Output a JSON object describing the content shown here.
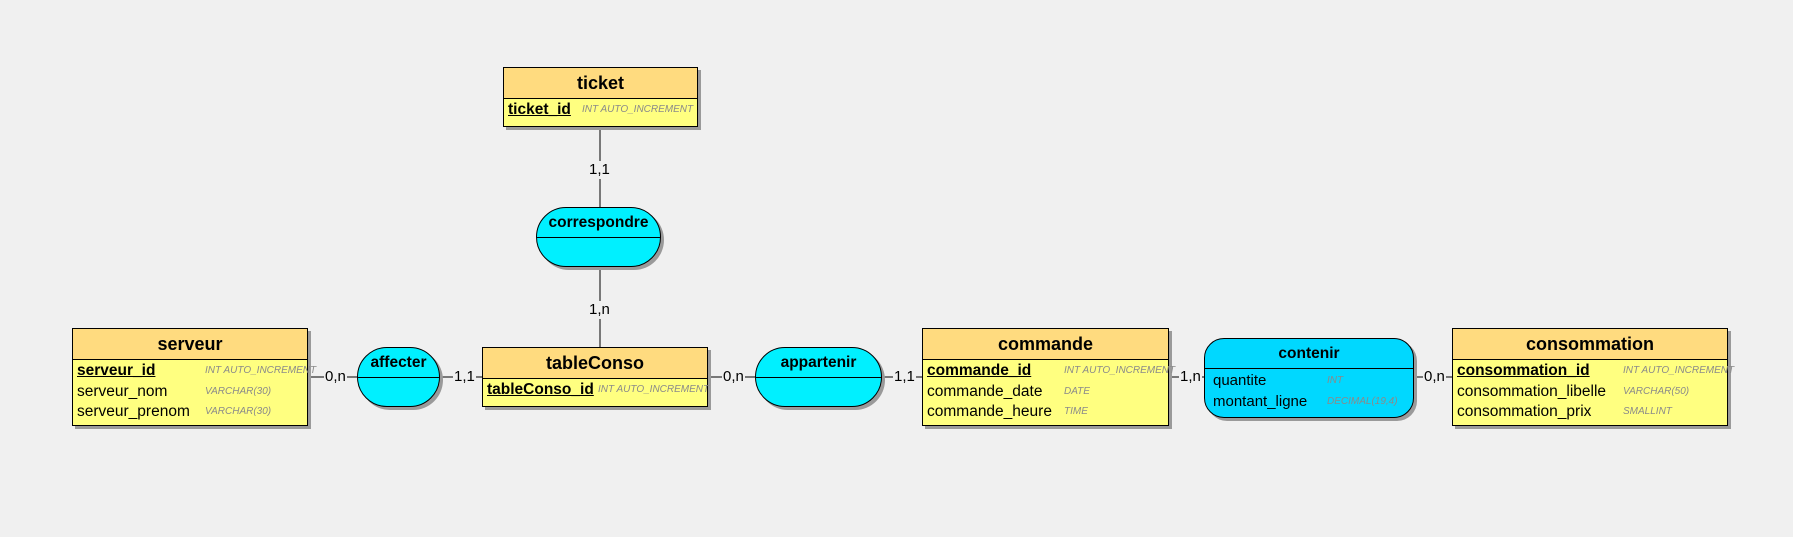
{
  "entities": {
    "ticket": {
      "name": "ticket",
      "attrs": [
        {
          "name": "ticket_id",
          "type": "INT AUTO_INCREMENT"
        }
      ]
    },
    "serveur": {
      "name": "serveur",
      "attrs": [
        {
          "name": "serveur_id",
          "type": "INT AUTO_INCREMENT"
        },
        {
          "name": "serveur_nom",
          "type": "VARCHAR(30)"
        },
        {
          "name": "serveur_prenom",
          "type": "VARCHAR(30)"
        }
      ]
    },
    "tableconso": {
      "name": "tableConso",
      "attrs": [
        {
          "name": "tableConso_id",
          "type": "INT AUTO_INCREMENT"
        }
      ]
    },
    "commande": {
      "name": "commande",
      "attrs": [
        {
          "name": "commande_id",
          "type": "INT AUTO_INCREMENT"
        },
        {
          "name": "commande_date",
          "type": "DATE"
        },
        {
          "name": "commande_heure",
          "type": "TIME"
        }
      ]
    },
    "consommation": {
      "name": "consommation",
      "attrs": [
        {
          "name": "consommation_id",
          "type": "INT AUTO_INCREMENT"
        },
        {
          "name": "consommation_libelle",
          "type": "VARCHAR(50)"
        },
        {
          "name": "consommation_prix",
          "type": "SMALLINT"
        }
      ]
    }
  },
  "associations": {
    "correspondre": {
      "name": "correspondre"
    },
    "affecter": {
      "name": "affecter"
    },
    "appartenir": {
      "name": "appartenir"
    },
    "contenir": {
      "name": "contenir",
      "attrs": [
        {
          "name": "quantite",
          "type": "INT"
        },
        {
          "name": "montant_ligne",
          "type": "DECIMAL(19,4)"
        }
      ]
    }
  },
  "cardinalities": {
    "ticket_correspondre": "1,1",
    "tableconso_correspondre": "1,n",
    "serveur_affecter": "0,n",
    "tableconso_affecter": "1,1",
    "tableconso_appartenir": "0,n",
    "commande_appartenir": "1,1",
    "commande_contenir": "1,n",
    "consommation_contenir": "0,n"
  }
}
